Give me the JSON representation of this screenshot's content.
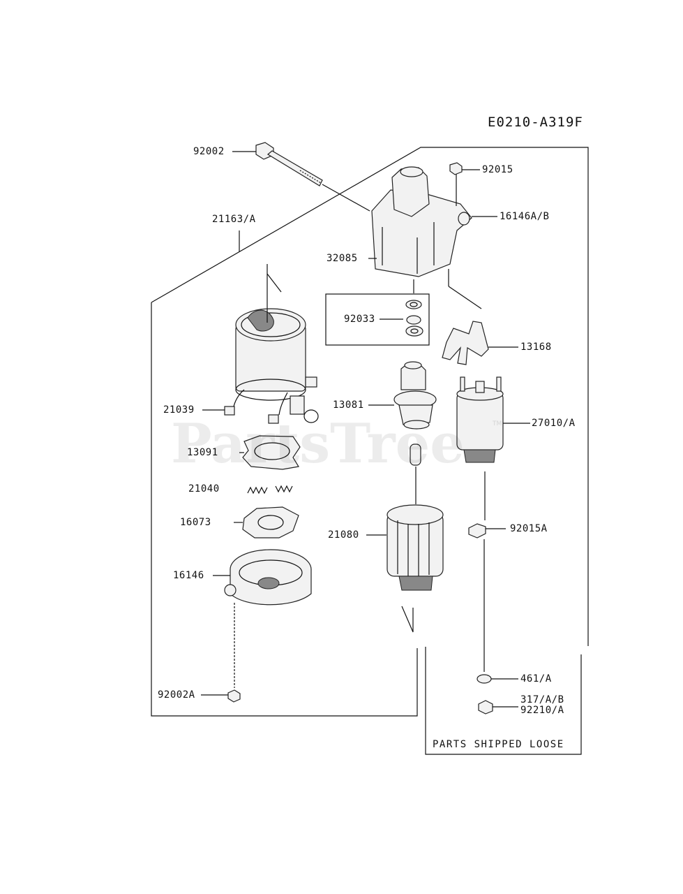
{
  "diagram_code": "E0210-A319F",
  "watermark": {
    "text": "PartsTree",
    "trademark": "TM"
  },
  "labels": {
    "p92002": "92002",
    "p21163A": "21163/A",
    "p92015": "92015",
    "p16146AB": "16146A/B",
    "p32085": "32085",
    "p92033": "92033",
    "p13168": "13168",
    "p21039": "21039",
    "p13081": "13081",
    "p27010A": "27010/A",
    "p13091": "13091",
    "p21040": "21040",
    "p16073": "16073",
    "p21080": "21080",
    "p92015A": "92015A",
    "p16146": "16146",
    "p461A": "461/A",
    "p317AB": "317/A/B",
    "p92210A": "92210/A",
    "p92002A": "92002A"
  },
  "parts_shipped_loose": "PARTS SHIPPED LOOSE"
}
